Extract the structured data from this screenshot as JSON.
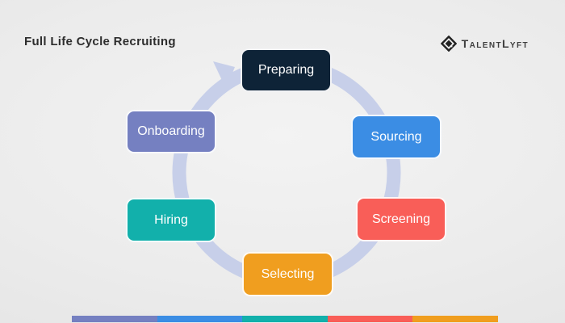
{
  "slide": {
    "title": "Full Life Cycle Recruiting",
    "brand": {
      "name": "TalentLyft"
    }
  },
  "cycle": {
    "type": "cycle-diagram",
    "direction": "clockwise",
    "ring_color": "#c7cfe9",
    "stages": [
      {
        "id": "preparing",
        "label": "Preparing",
        "color": "#0e2337"
      },
      {
        "id": "sourcing",
        "label": "Sourcing",
        "color": "#3b8de4"
      },
      {
        "id": "screening",
        "label": "Screening",
        "color": "#f95e58"
      },
      {
        "id": "selecting",
        "label": "Selecting",
        "color": "#f09e1f"
      },
      {
        "id": "hiring",
        "label": "Hiring",
        "color": "#12b0ab"
      },
      {
        "id": "onboarding",
        "label": "Onboarding",
        "color": "#7580c1"
      }
    ]
  },
  "footer_bar": {
    "segment_colors": [
      "#7580c1",
      "#3b8de4",
      "#12b0ab",
      "#f95e58",
      "#f09e1f"
    ]
  }
}
